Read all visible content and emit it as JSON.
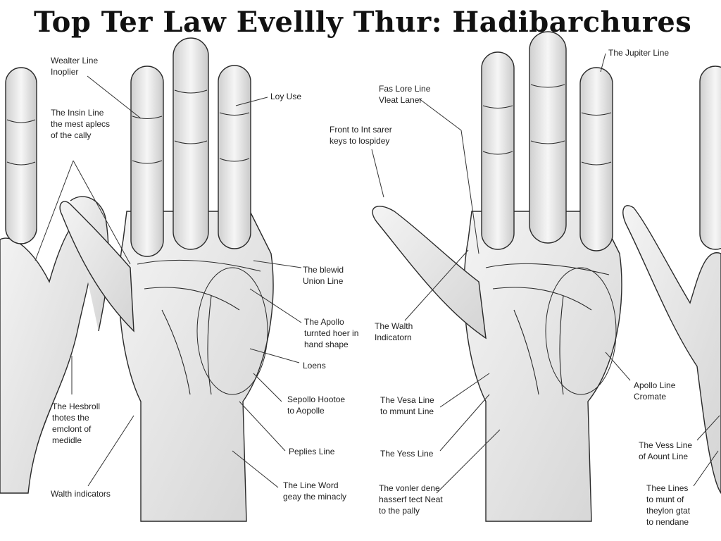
{
  "title": "Top Ter Law Evellly Thur: Hadibarchures",
  "labels": {
    "l1": [
      "Wealter Line",
      "Inoplier"
    ],
    "l2": [
      "The Insin Line",
      "the mest aplecs",
      "of the cally"
    ],
    "l3": [
      "Loy Use"
    ],
    "l4": [
      "The blewid",
      "Union Line"
    ],
    "l5": [
      "The Apollo",
      "turnted hoer in",
      "hand shape"
    ],
    "l6": [
      "Loens"
    ],
    "l7": [
      "The Hesbroll",
      "thotes the",
      "emclont of",
      "medidle"
    ],
    "l8": [
      "Sepollo Hootoe",
      "to Aopolle"
    ],
    "l9": [
      "Peplies Line"
    ],
    "l10": [
      "Walth indicators"
    ],
    "l11": [
      "The Line Word",
      "geay the minacly"
    ],
    "r1": [
      "Fas Lore Line",
      "Vleat Laner"
    ],
    "r2": [
      "The Jupiter Line"
    ],
    "r3": [
      "Front to Int sarer",
      "keys to lospidey"
    ],
    "r4": [
      "The Walth",
      "Indicatorn"
    ],
    "r5": [
      "Apollo Line",
      "Cromate"
    ],
    "r6": [
      "The Vesa Line",
      "to mmunt Line"
    ],
    "r7": [
      "The Yess Line"
    ],
    "r8": [
      "The Vess Line",
      "of Aount Line"
    ],
    "r9": [
      "The vonler dene",
      "hasserf tect Neat",
      "to the pally"
    ],
    "r10": [
      "Thee Lines",
      "to munt of",
      "theylon gtat",
      "to nendane"
    ]
  }
}
